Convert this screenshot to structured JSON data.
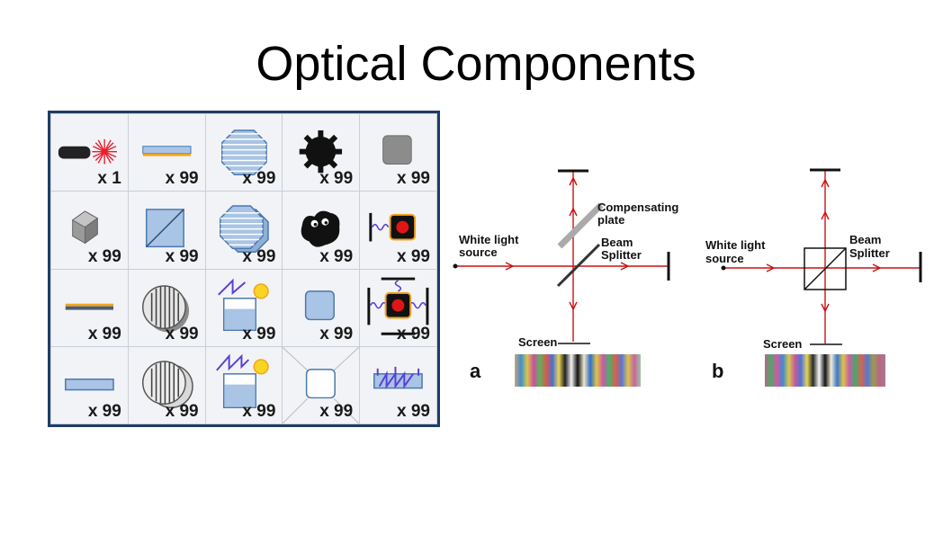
{
  "title": "Optical Components",
  "palette": {
    "cells": [
      {
        "icon": "laser-icon",
        "count": "x 1"
      },
      {
        "icon": "flat-mirror-icon",
        "count": "x 99"
      },
      {
        "icon": "grating-octagon-icon",
        "count": "x 99"
      },
      {
        "icon": "gear-blocker-icon",
        "count": "x 99"
      },
      {
        "icon": "gray-square-icon",
        "count": "x 99"
      },
      {
        "icon": "cube-icon",
        "count": "x 99"
      },
      {
        "icon": "beam-splitter-icon",
        "count": "x 99"
      },
      {
        "icon": "grating-octagon-pair-icon",
        "count": "x 99"
      },
      {
        "icon": "creature-icon",
        "count": "x 99"
      },
      {
        "icon": "detector-icon",
        "count": "x 99"
      },
      {
        "icon": "thin-plate-icon",
        "count": "x 99"
      },
      {
        "icon": "grating-cylinder-icon",
        "count": "x 99"
      },
      {
        "icon": "water-tank-icon",
        "count": "x 99"
      },
      {
        "icon": "blue-square-icon",
        "count": "x 99"
      },
      {
        "icon": "detector-frame-icon",
        "count": "x 99"
      },
      {
        "icon": "blue-plate-icon",
        "count": "x 99"
      },
      {
        "icon": "grating-cylinder-pair-icon",
        "count": "x 99"
      },
      {
        "icon": "water-tank-wave-icon",
        "count": "x 99"
      },
      {
        "icon": "empty-square-icon",
        "count": "x 99"
      },
      {
        "icon": "wave-tank-icon",
        "count": "x 99"
      }
    ]
  },
  "diagram_a": {
    "source_label_1": "White light",
    "source_label_2": "source",
    "comp_label_1": "Compensating",
    "comp_label_2": "plate",
    "bs_label_1": "Beam",
    "bs_label_2": "Splitter",
    "screen_label": "Screen",
    "panel_letter": "a"
  },
  "diagram_b": {
    "source_label_1": "White light",
    "source_label_2": "source",
    "bs_label_1": "Beam",
    "bs_label_2": "Splitter",
    "screen_label": "Screen",
    "panel_letter": "b"
  },
  "colors": {
    "beam": "#cc1111",
    "component_blue": "#a9c4e4",
    "palette_border": "#1f3d66"
  }
}
